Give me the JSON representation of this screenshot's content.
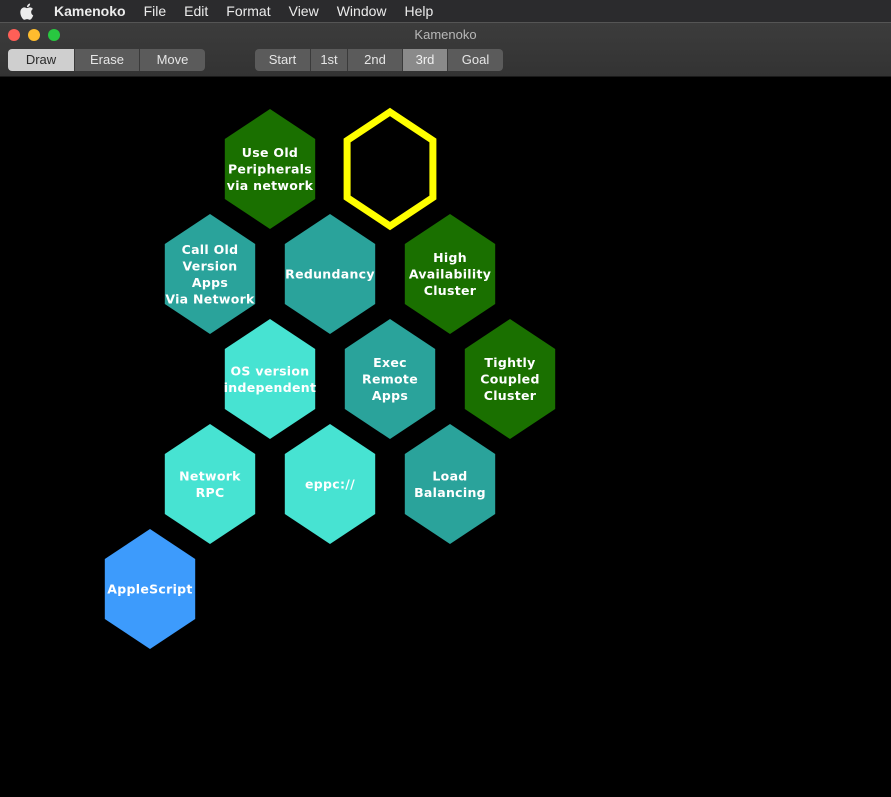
{
  "menubar": {
    "app_name": "Kamenoko",
    "items": [
      "File",
      "Edit",
      "Format",
      "View",
      "Window",
      "Help"
    ]
  },
  "window": {
    "title": "Kamenoko"
  },
  "toolbar": {
    "modes": [
      "Draw",
      "Erase",
      "Move"
    ],
    "selected_mode": "Draw",
    "stages": [
      "Start",
      "1st",
      "2nd",
      "3rd",
      "Goal"
    ],
    "selected_stage": "3rd"
  },
  "colors": {
    "dark_green": "#1a7000",
    "teal": "#2aa39b",
    "aqua": "#47e3d2",
    "blue": "#3d9bfc",
    "highlight": "#ffff00"
  },
  "hexes": [
    {
      "id": "use-old-peripherals",
      "lines": [
        "Use Old",
        "Peripherals",
        "via network"
      ],
      "color": "dark_green"
    },
    {
      "id": "selected-empty",
      "lines": [],
      "color": "highlight"
    },
    {
      "id": "call-old-version-apps",
      "lines": [
        "Call Old",
        "Version",
        "Apps",
        "Via Network"
      ],
      "color": "teal"
    },
    {
      "id": "redundancy",
      "lines": [
        "Redundancy"
      ],
      "color": "teal"
    },
    {
      "id": "high-availability-cluster",
      "lines": [
        "High",
        "Availability",
        "Cluster"
      ],
      "color": "dark_green"
    },
    {
      "id": "os-version-independent",
      "lines": [
        "OS version",
        "independent"
      ],
      "color": "aqua"
    },
    {
      "id": "exec-remote-apps",
      "lines": [
        "Exec",
        "Remote",
        "Apps"
      ],
      "color": "teal"
    },
    {
      "id": "tightly-coupled-cluster",
      "lines": [
        "Tightly",
        "Coupled",
        "Cluster"
      ],
      "color": "dark_green"
    },
    {
      "id": "network-rpc",
      "lines": [
        "Network",
        "RPC"
      ],
      "color": "aqua"
    },
    {
      "id": "eppc",
      "lines": [
        "eppc://"
      ],
      "color": "aqua"
    },
    {
      "id": "load-balancing",
      "lines": [
        "Load",
        "Balancing"
      ],
      "color": "teal"
    },
    {
      "id": "applescript",
      "lines": [
        "AppleScript"
      ],
      "color": "blue"
    }
  ]
}
